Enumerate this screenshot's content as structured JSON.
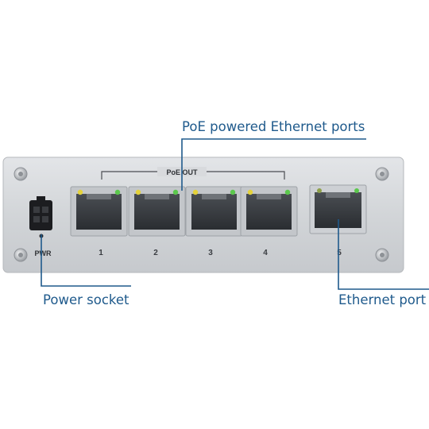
{
  "callouts": {
    "poe_ports": "PoE powered Ethernet ports",
    "power_socket": "Power socket",
    "ethernet_port": "Ethernet port"
  },
  "device": {
    "poe_out_label": "PoE OUT",
    "pwr_label": "PWR",
    "port_numbers": [
      "1",
      "2",
      "3",
      "4",
      "5"
    ]
  },
  "colors": {
    "callout_text": "#1f5a8c",
    "callout_line": "#1f5a8c",
    "chassis": "#d6d8db",
    "led_yellow": "#e4d23a",
    "led_green": "#5bc84c"
  }
}
